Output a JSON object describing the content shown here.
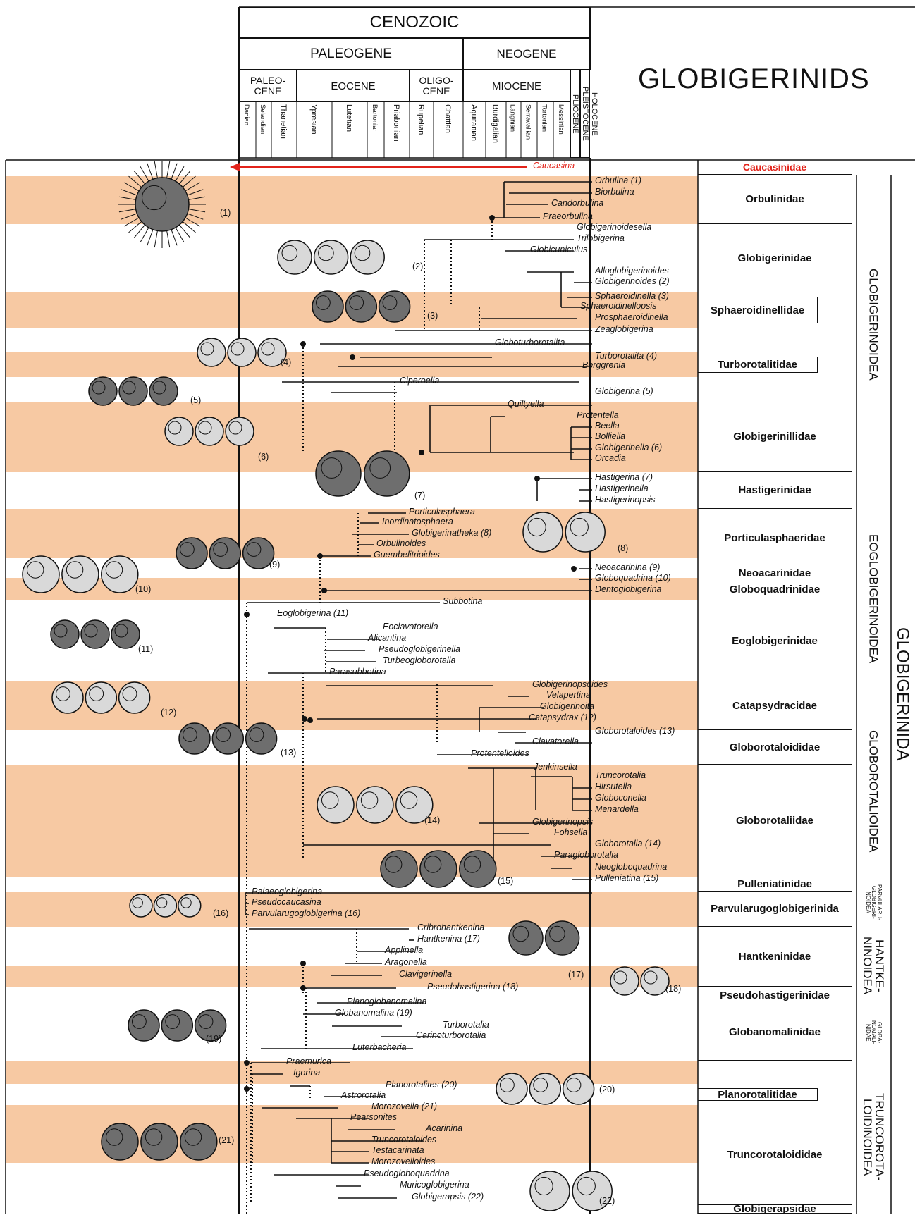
{
  "title": "GLOBIGERINIDS",
  "order_label": "GLOBIGERINIDA",
  "header": {
    "era": "CENOZOIC",
    "periods": [
      "PALEOGENE",
      "NEOGENE"
    ],
    "epochs": [
      "PALEO-\nCENE",
      "EOCENE",
      "OLIGO-\nCENE",
      "MIOCENE",
      "PLIOCENE",
      "PLEISTOCENE",
      "HOLOCENE"
    ],
    "stages": [
      "Danian",
      "Selandian",
      "Thanetian",
      "Ypresian",
      "Lutetian",
      "Bartonian",
      "Priabonian",
      "Rupelian",
      "Chattian",
      "Aquitanian",
      "Burdigalian",
      "Langhian",
      "Serravallian",
      "Tortonian",
      "Messinian"
    ]
  },
  "superfamilies": [
    "GLOBIGERINOIDEA",
    "EOGLOBIGERINOIDEA",
    "GLOBOROTALIOIDEA",
    "PARVULARU-GLOBIGERI-NOIDEA",
    "HANTKE-NINOIDEA",
    "GLOBA-NOMALI-NIDAE",
    "TRUNCOROTA-LOIDINOIDEA"
  ],
  "families": [
    {
      "name": "Caucasinidae",
      "color": "#e2231a"
    },
    {
      "name": "Orbulinidae"
    },
    {
      "name": "Globigerinidae"
    },
    {
      "name": "Sphaeroidinellidae"
    },
    {
      "name": "Turborotalitidae"
    },
    {
      "name": "Globigerinillidae"
    },
    {
      "name": "Hastigerinidae"
    },
    {
      "name": "Porticulasphaeridae"
    },
    {
      "name": "Neoacarinidae"
    },
    {
      "name": "Globoquadrinidae"
    },
    {
      "name": "Eoglobigerinidae"
    },
    {
      "name": "Catapsydracidae"
    },
    {
      "name": "Globorotaloididae"
    },
    {
      "name": "Globorotaliidae"
    },
    {
      "name": "Pulleniatinidae"
    },
    {
      "name": "Parvularugoglobigerinida"
    },
    {
      "name": "Hantkeninidae"
    },
    {
      "name": "Pseudohastigerinidae"
    },
    {
      "name": "Globanomalinidae"
    },
    {
      "name": "Planorotalitidae"
    },
    {
      "name": "Truncorotaloididae"
    },
    {
      "name": "Globigerapsidae"
    }
  ],
  "genera": [
    "Caucasina",
    "Orbulina (1)",
    "Biorbulina",
    "Candorbulina",
    "Praeorbulina",
    "Globigerinoidesella",
    "Trilobigerina",
    "Globicuniculus",
    "Alloglobigerinoides",
    "Globigerinoides (2)",
    "Sphaeroidinella (3)",
    "Sphaeroidinellopsis",
    "Prosphaeroidinella",
    "Zeaglobigerina",
    "Globoturborotalita",
    "Turborotalita (4)",
    "Berggrenia",
    "Ciperoella",
    "Globigerina (5)",
    "Quiltyella",
    "Protentella",
    "Beella",
    "Bolliella",
    "Globigerinella (6)",
    "Orcadia",
    "Hastigerina (7)",
    "Hastigerinella",
    "Hastigerinopsis",
    "Porticulasphaera",
    "Inordinatosphaera",
    "Globigerinatheka (8)",
    "Orbulinoides",
    "Guembelitrioides",
    "Neoacarinina (9)",
    "Globoquadrina (10)",
    "Dentoglobigerina",
    "Subbotina",
    "Eoglobigerina (11)",
    "Eoclavatorella",
    "Alicantina",
    "Pseudoglobigerinella",
    "Turbeogloborotalia",
    "Parasubbotina",
    "Globigerinopsoides",
    "Velapertina",
    "Globigerinoita",
    "Catapsydrax (12)",
    "Globorotaloides (13)",
    "Clavatorella",
    "Protentelloides",
    "Jenkinsella",
    "Truncorotalia",
    "Hirsutella",
    "Globoconella",
    "Menardella",
    "Globigerinopsis",
    "Fohsella",
    "Globorotalia (14)",
    "Paragloborotalia",
    "Neogloboquadrina",
    "Pulleniatina (15)",
    "Palaeoglobigerina",
    "Pseudocaucasina",
    "Parvularugoglobigerina (16)",
    "Cribrohantkenina",
    "Hantkenina (17)",
    "Applinella",
    "Aragonella",
    "Clavigerinella",
    "Pseudohastigerina (18)",
    "Planoglobanomalina",
    "Globanomalina (19)",
    "Turborotalia",
    "Carinoturborotalia",
    "Luterbacheria",
    "Praemurica",
    "Igorina",
    "Planorotalites (20)",
    "Astrorotalia",
    "Morozovella (21)",
    "Pearsonites",
    "Acarinina",
    "Truncorotaloides",
    "Testacarinata",
    "Morozovelloides",
    "Pseudogloboquadrina",
    "Muricoglobigerina",
    "Globigerapsis (22)"
  ],
  "figure_numbers": [
    "(1)",
    "(2)",
    "(3)",
    "(4)",
    "(5)",
    "(6)",
    "(7)",
    "(8)",
    "(9)",
    "(10)",
    "(11)",
    "(12)",
    "(13)",
    "(14)",
    "(15)",
    "(16)",
    "(17)",
    "(18)",
    "(19)",
    "(20)",
    "(21)",
    "(22)"
  ],
  "colors": {
    "band": "#f7c9a3",
    "accent": "#e2231a",
    "line": "#111111"
  }
}
